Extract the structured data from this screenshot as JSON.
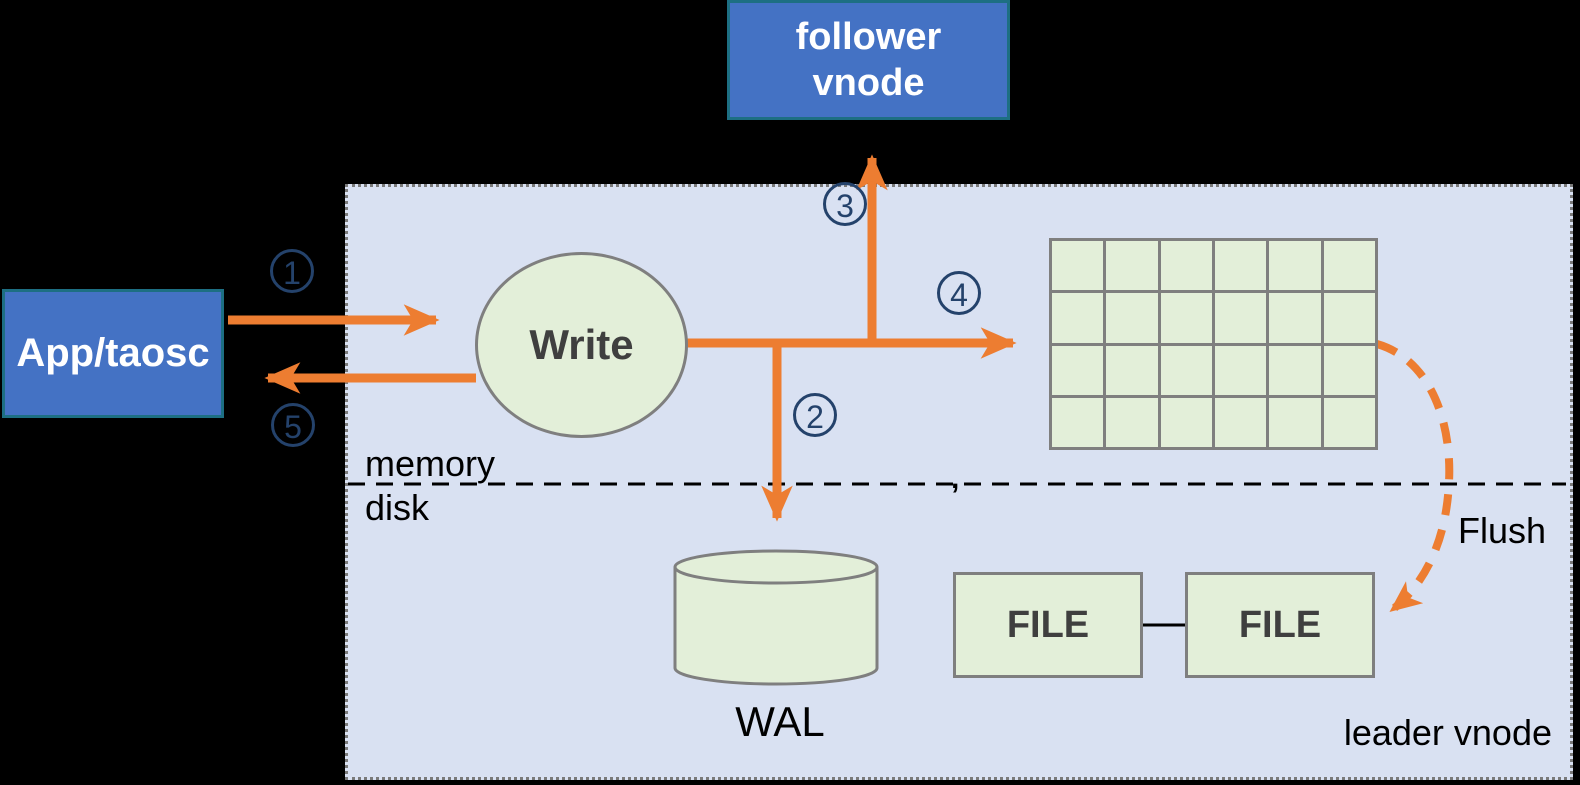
{
  "title": "leader vnode write flow diagram",
  "nodes": {
    "app": {
      "label": "App/taosc"
    },
    "follower": {
      "line1": "follower",
      "line2": "vnode"
    },
    "write": {
      "label": "Write"
    },
    "wal": {
      "label": "WAL"
    },
    "file1": {
      "label": "FILE"
    },
    "file2": {
      "label": "FILE"
    }
  },
  "labels": {
    "memory": "memory",
    "disk": "disk",
    "flush": "Flush",
    "leader": "leader vnode",
    "divider_mark": ","
  },
  "steps": [
    "1",
    "2",
    "3",
    "4",
    "5"
  ],
  "memtable_grid": {
    "rows": 4,
    "cols": 6
  },
  "colors": {
    "background": "#000000",
    "container_fill": "#D9E1F2",
    "node_blue": "#4472C4",
    "node_blue_border": "#1D6F83",
    "shape_green": "#E3EFD9",
    "shape_border_gray": "#7F7F7F",
    "arrow_orange": "#ED7D31",
    "step_navy": "#24426B",
    "text_dark": "#3F3F3F"
  }
}
